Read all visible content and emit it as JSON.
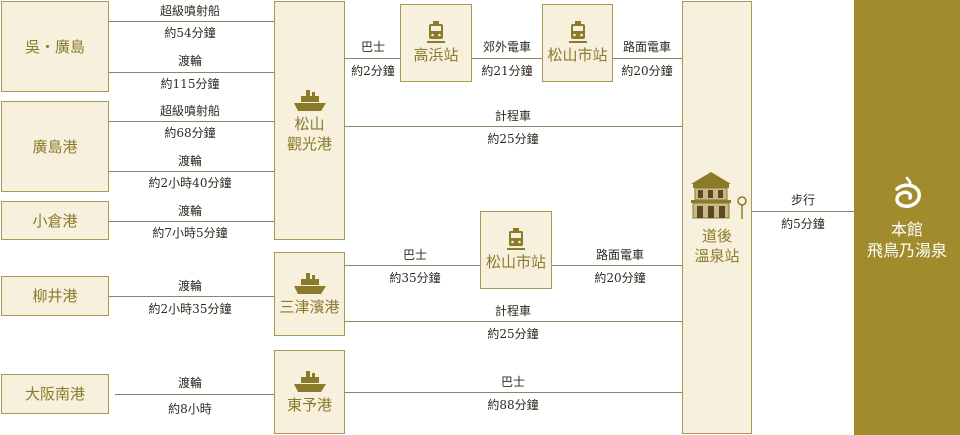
{
  "origins": {
    "kure_hiroshima": "吳・廣島",
    "hiroshima_port": "廣島港",
    "kokura_port": "小倉港",
    "yanai_port": "柳井港",
    "osaka_nanko": "大阪南港"
  },
  "ports": {
    "matsuyama_kanko": "松山觀光港",
    "matsuyama_kanko_line1": "松山",
    "matsuyama_kanko_line2": "觀光港",
    "mitsuhama": "三津濱港",
    "toyo": "東予港"
  },
  "stations": {
    "takahama": "高浜站",
    "matsuyama_city_top": "松山市站",
    "matsuyama_city_mid": "松山市站",
    "dogo_onsen_line1": "道後",
    "dogo_onsen_line2": "溫泉站"
  },
  "hotel": {
    "line1": "本館",
    "line2": "飛鳥乃湯泉"
  },
  "routes": {
    "kure_jet": {
      "mode": "超級噴射船",
      "time": "約54分鐘"
    },
    "kure_ferry": {
      "mode": "渡輪",
      "time": "約115分鐘"
    },
    "hiro_jet": {
      "mode": "超級噴射船",
      "time": "約68分鐘"
    },
    "hiro_ferry": {
      "mode": "渡輪",
      "time": "約2小時40分鐘"
    },
    "kokura_ferry": {
      "mode": "渡輪",
      "time": "約7小時5分鐘"
    },
    "yanai_ferry": {
      "mode": "渡輪",
      "time": "約2小時35分鐘"
    },
    "osaka_ferry": {
      "mode": "渡輪",
      "time": "約8小時"
    },
    "kanko_bus": {
      "mode": "巴士",
      "time": "約2分鐘"
    },
    "takahama_train": {
      "mode": "郊外電車",
      "time": "約21分鐘"
    },
    "city_tram_top": {
      "mode": "路面電車",
      "time": "約20分鐘"
    },
    "kanko_taxi": {
      "mode": "計程車",
      "time": "約25分鐘"
    },
    "mitsuhama_bus": {
      "mode": "巴士",
      "time": "約35分鐘"
    },
    "city_tram_mid": {
      "mode": "路面電車",
      "time": "約20分鐘"
    },
    "mitsuhama_taxi": {
      "mode": "計程車",
      "time": "約25分鐘"
    },
    "toyo_bus": {
      "mode": "巴士",
      "time": "約88分鐘"
    },
    "walk": {
      "mode": "步行",
      "time": "約5分鐘"
    }
  },
  "colors": {
    "box_fill": "#f6f0dd",
    "box_border": "#a89a55",
    "box_text": "#8a7a2a",
    "hotel_fill": "#a08c2c",
    "line": "#8c8466"
  },
  "icons": [
    "ship-icon",
    "train-icon",
    "station-building-icon",
    "bus-stop-icon",
    "hotel-logo-icon"
  ]
}
